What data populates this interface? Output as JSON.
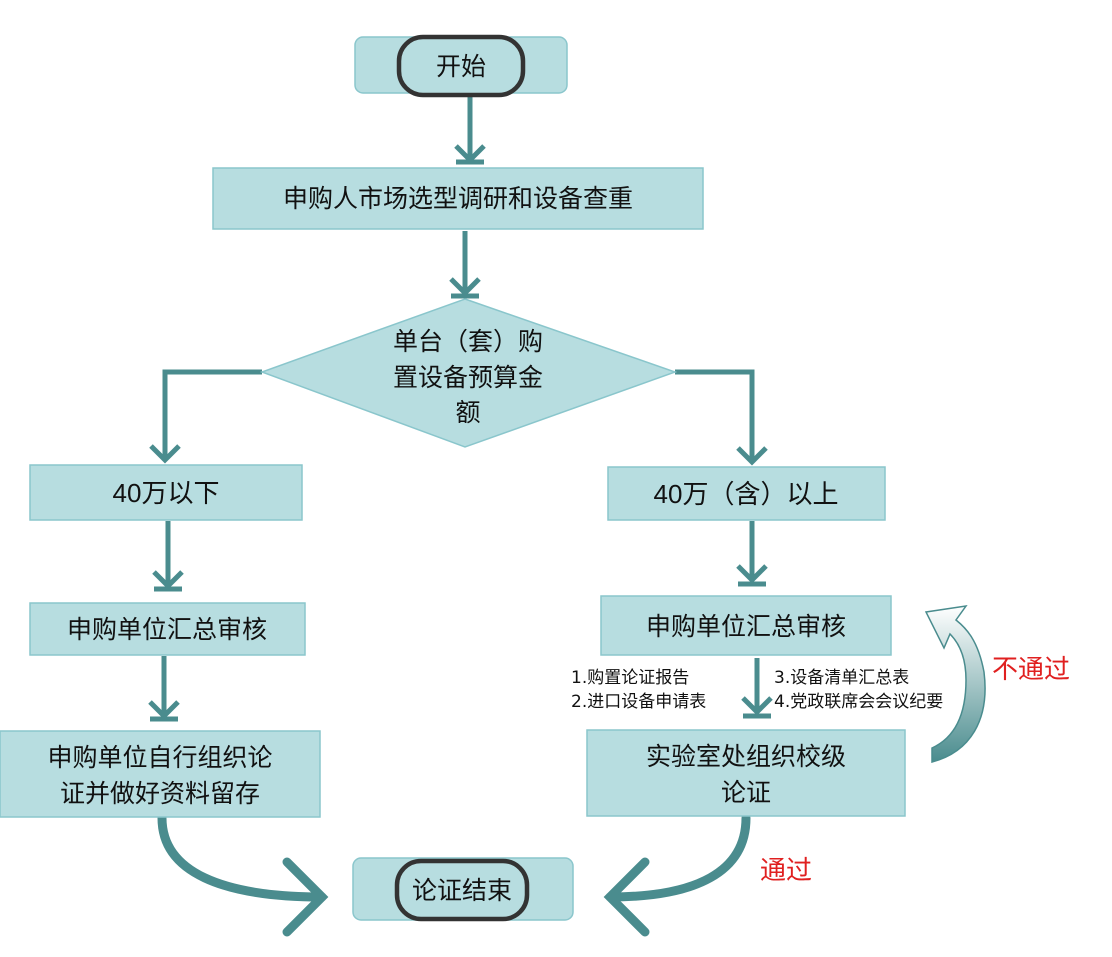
{
  "nodes": {
    "start": "开始",
    "research": "申购人市场选型调研和设备查重",
    "budget_decision": [
      "单台（套）购",
      "置设备预算金",
      "额"
    ],
    "below_40": "40万以下",
    "above_40": "40万（含）以上",
    "left_review": "申购单位汇总审核",
    "right_review": "申购单位汇总审核",
    "self_org": [
      "申购单位自行组织论",
      "证并做好资料留存"
    ],
    "lab_org": [
      "实验室处组织校级",
      "论证"
    ],
    "end": "论证结束"
  },
  "documents": {
    "left": [
      "1.购置论证报告",
      "2.进口设备申请表"
    ],
    "right": [
      "3.设备清单汇总表",
      "4.党政联席会会议纪要"
    ]
  },
  "labels": {
    "fail": "不通过",
    "pass": "通过"
  },
  "colors": {
    "box_fill": "#b7dde0",
    "box_border": "#8ac6cc",
    "arrow": "#4a8c8e",
    "pill_border": "#333333",
    "highlight_text": "#e02020"
  }
}
